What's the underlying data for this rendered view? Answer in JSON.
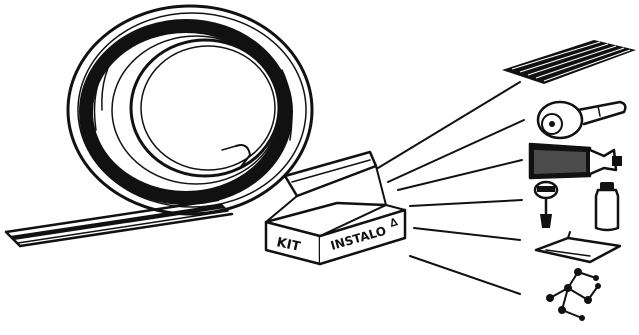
{
  "colors": {
    "ink": "#111111",
    "paper": "#ffffff"
  },
  "box": {
    "label_left": "KIT",
    "label_right": "INSTALO",
    "label_right_mark": "∆"
  },
  "items": [
    {
      "name": "self-adhesive-tape-roll"
    },
    {
      "name": "kit-box"
    },
    {
      "name": "mesh-pad"
    },
    {
      "name": "pressure-roller-tool"
    },
    {
      "name": "brush-tube"
    },
    {
      "name": "primer-applicator-bottle"
    },
    {
      "name": "solvent-bottle"
    },
    {
      "name": "corner-flashing-piece"
    },
    {
      "name": "fasteners-pins"
    }
  ]
}
